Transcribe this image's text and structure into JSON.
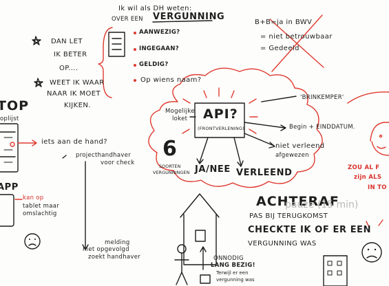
{
  "left_column": {
    "bullet1": [
      "DAN LET",
      "IK BETER",
      "OP...."
    ],
    "bullet2": [
      "WEET IK WAAR",
      "NAAR IK MOET",
      "KIJKEN."
    ]
  },
  "top_intro": {
    "line1": "Ik wil als DH weten:",
    "line2": "OVER EEN",
    "line2_big": "VERGUNNING"
  },
  "checklist": {
    "items": [
      "AANWEZIG?",
      "INGEGAAN?",
      "GELDIG?",
      "Op wiens naam?"
    ]
  },
  "top_right": {
    "formula": "B+B=ja in BWV",
    "line1": "= niet betrouwbaar",
    "line2": "= Gedeeld"
  },
  "left_edge": {
    "top_label": "TOP",
    "top_sub": "oplijst",
    "app_label": "APP",
    "app_note": [
      "kan op",
      "tablet maar",
      "omslachtig"
    ]
  },
  "middle_left": {
    "question": "iets aan de hand?",
    "step_lines": [
      "projecthandhaver",
      "voor check"
    ],
    "bottom_lines": [
      "melding",
      "niet opgevolgd",
      "zoekt handhaver"
    ]
  },
  "cloud": {
    "api_label": "API?",
    "api_sub": "(FRONTVERLENING)",
    "left_label": [
      "Mogelijke",
      "loket"
    ],
    "brink": "'BRINKEMPER'",
    "begin": "Begin + EINDDATUM.",
    "niet_verleend": [
      "niet verleend",
      "afgewezen"
    ],
    "ja_nee": "JA/NEE",
    "verleend": "VERLEEND",
    "six": "6",
    "soorten": [
      "SOORTEN",
      "VERGUNNINGEN"
    ]
  },
  "achteraf": {
    "title": "ACHTERAF",
    "overlay": "pauze (15 min)",
    "line1": "PAS BIJ TERUGKOMST",
    "line2": "CHECKTE IK OF ER EEN",
    "line3": "VERGUNNING WAS",
    "small": [
      "ONNODIG",
      "LANG BEZIG!",
      "Terwijl er een",
      "vergunning was"
    ]
  },
  "right_edge": {
    "lines": [
      "ZOU AL F",
      "zijn ALS",
      "IN TO"
    ]
  },
  "colors": {
    "ink": "#1c1c1c",
    "red_accent": "#e0392f",
    "overlay_gray": "#b8b8b8"
  }
}
